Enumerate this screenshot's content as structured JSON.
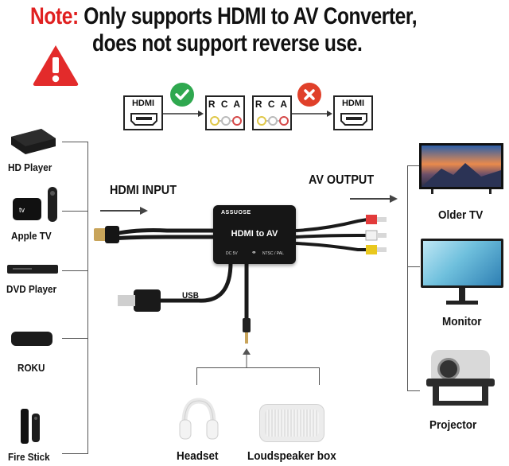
{
  "header": {
    "note_label": "Note:",
    "line1": "Only supports HDMI to AV Converter,",
    "line2": "does not support reverse use."
  },
  "flow": {
    "hdmi_label": "HDMI",
    "rca_label": "R C A",
    "ok_icon": "check-icon",
    "bad_icon": "cross-icon",
    "ok_color": "#2fa84f",
    "bad_color": "#e0402a"
  },
  "labels": {
    "hdmi_input": "HDMI INPUT",
    "av_output": "AV OUTPUT",
    "usb": "USB"
  },
  "device": {
    "brand": "ASSUOSE",
    "name": "HDMI to AV",
    "port_dc": "DC 5V",
    "port_ntsc": "NTSC / PAL"
  },
  "sources": [
    "HD Player",
    "Apple TV",
    "DVD Player",
    "ROKU",
    "Fire Stick"
  ],
  "outputs": [
    "Older TV",
    "Monitor",
    "Projector"
  ],
  "audio": [
    "Headset",
    "Loudspeaker box"
  ],
  "colors": {
    "note_red": "#e02020",
    "warning_red": "#e32b2b"
  }
}
